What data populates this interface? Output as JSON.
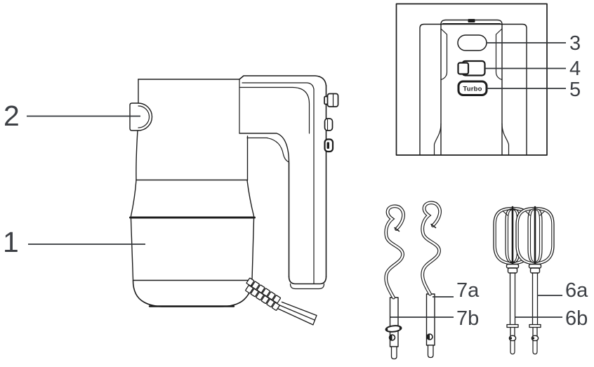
{
  "illustration": {
    "background": "#ffffff",
    "line_color": "#1c1c1c",
    "leader_color": "#33363a",
    "label_color": "#3d4045",
    "turbo_button_text": "Turbo",
    "callouts": {
      "body": "1",
      "eject_button_side": "2",
      "eject_button_top": "3",
      "speed_selector": "4",
      "turbo_button": "5",
      "beater_top": "6a",
      "beater_shaft": "6b",
      "dough_hook_top": "7a",
      "dough_hook_shaft": "7b"
    }
  }
}
